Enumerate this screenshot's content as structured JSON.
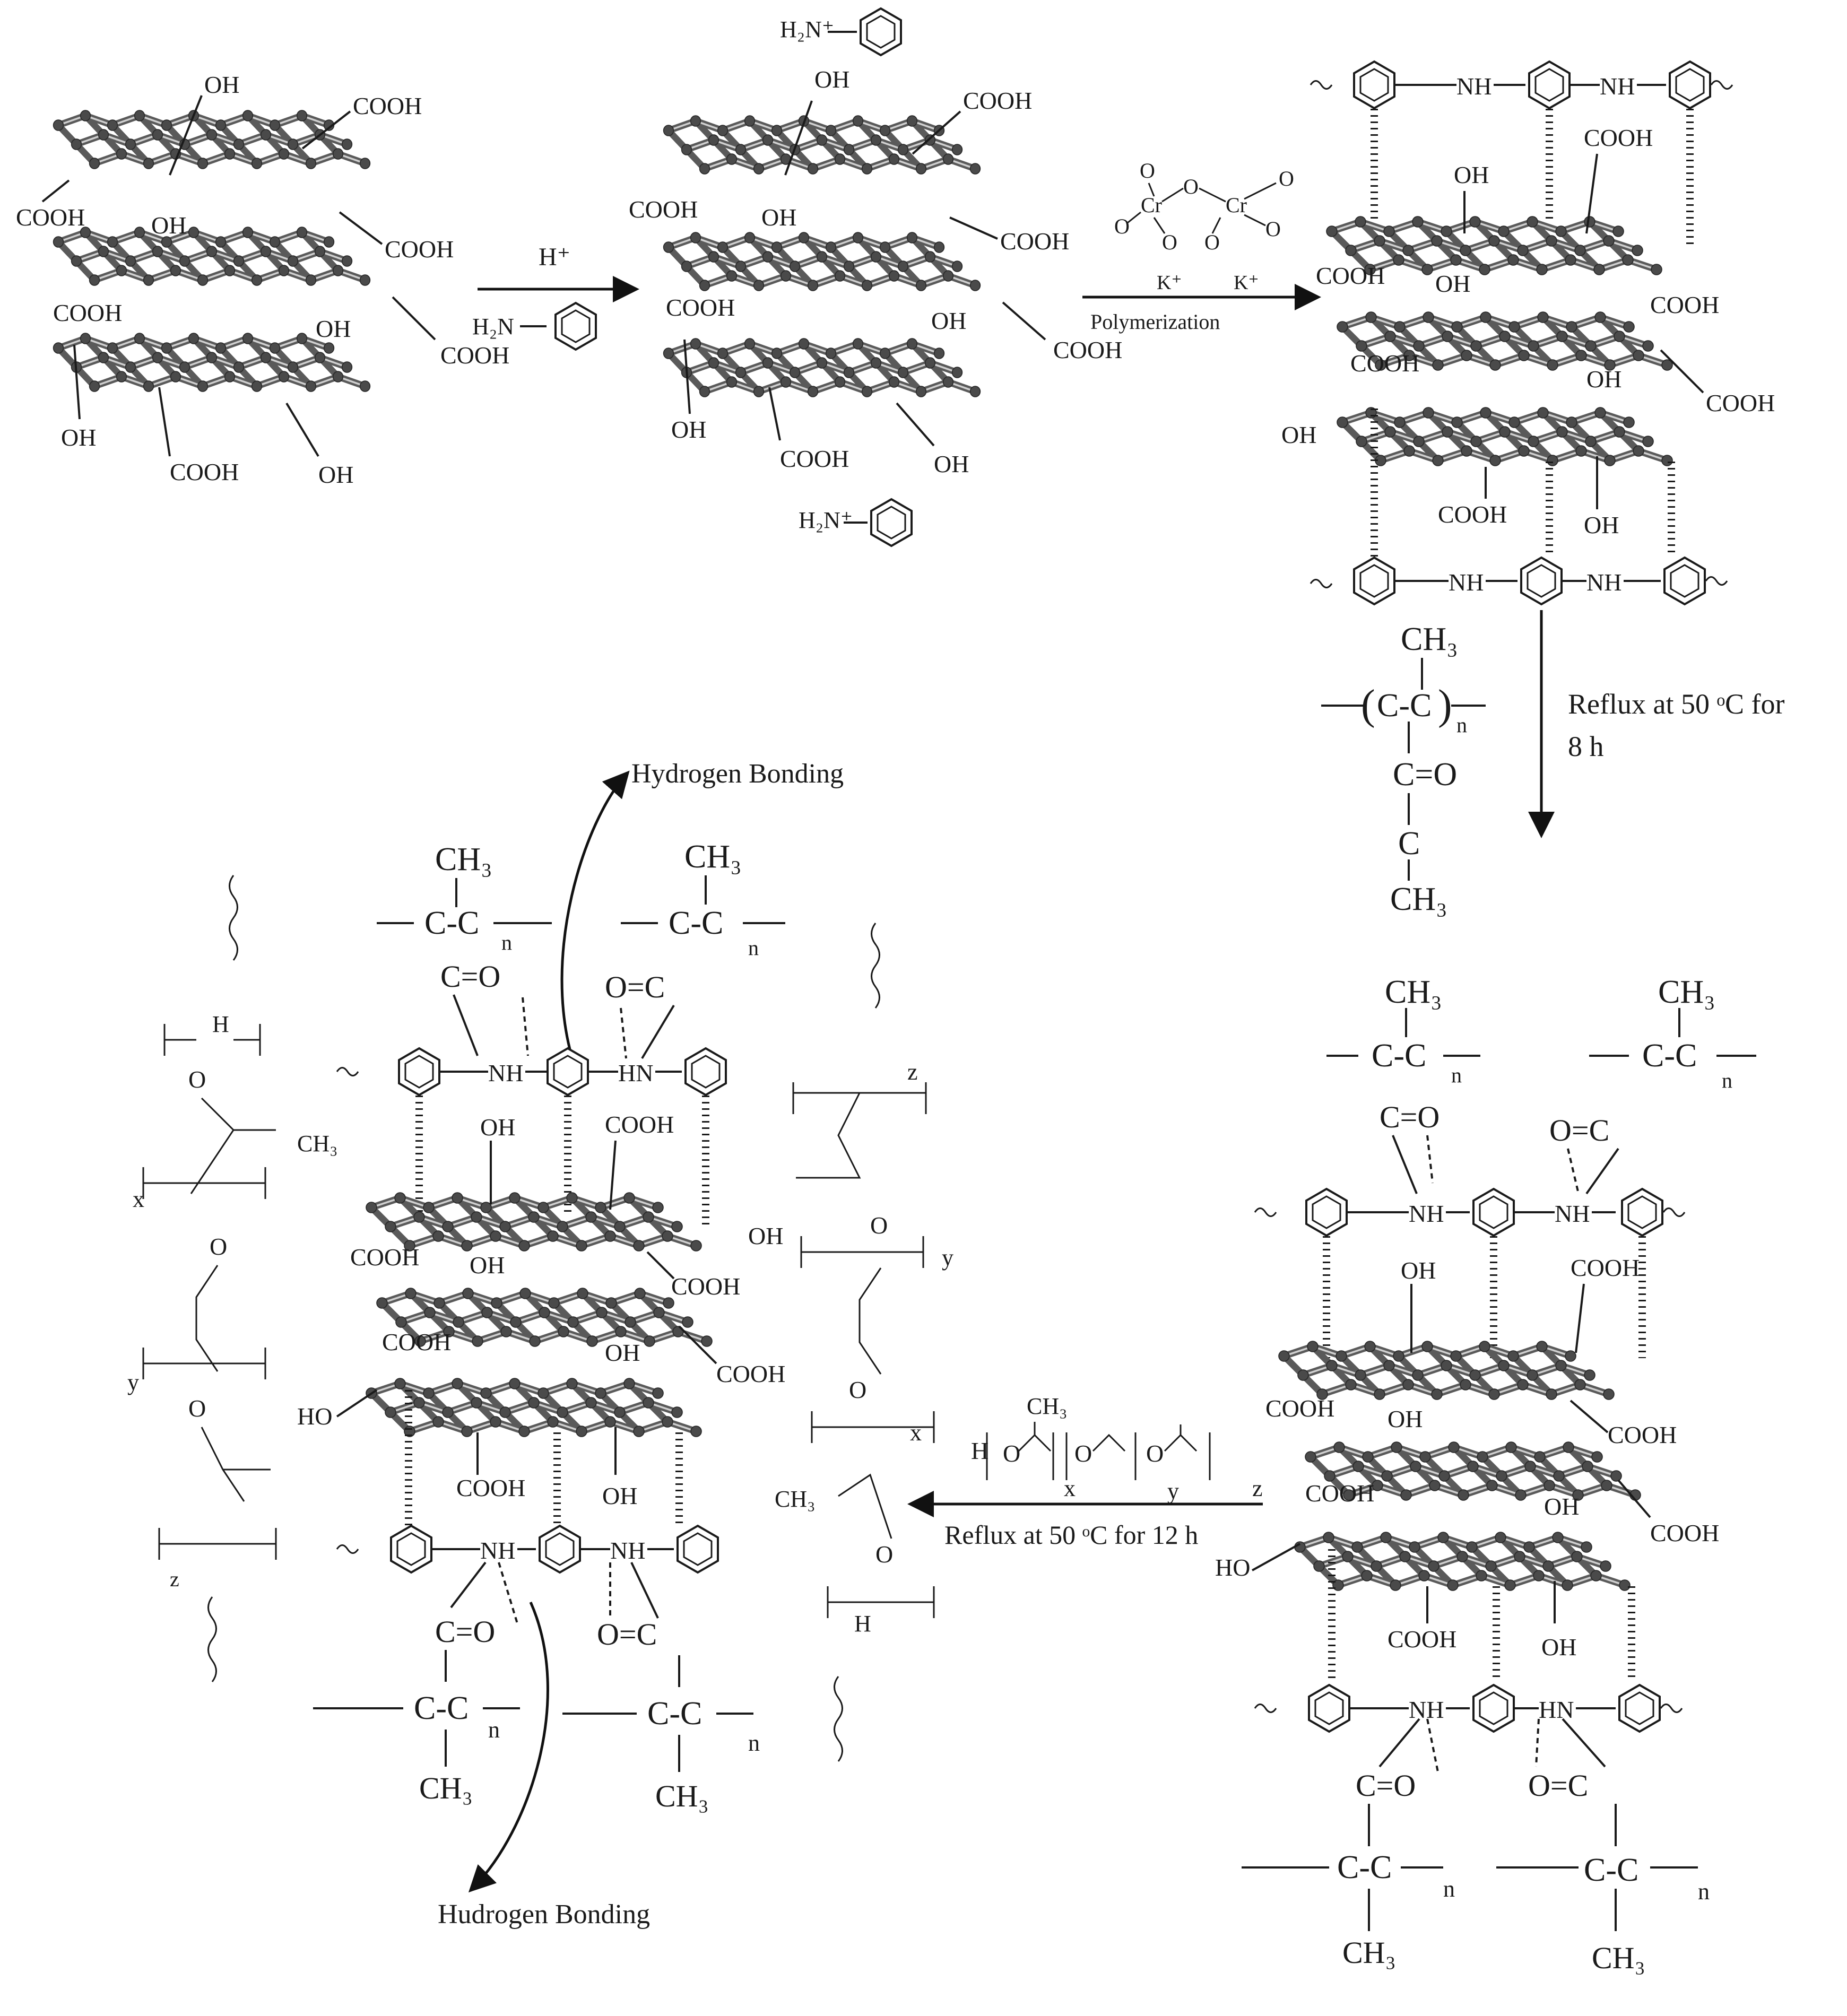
{
  "labels": {
    "oh": "OH",
    "ho": "HO",
    "cooh": "COOH",
    "h_plus": "H⁺",
    "h2n": "H₂N",
    "anilinium": "H₂N⁺",
    "nh": "NH",
    "hn": "HN",
    "k_plus": "K⁺",
    "polymerization": "Polymerization",
    "reflux_8h_line1": "Reflux at 50 ᵒC for",
    "reflux_8h_line2": "8 h",
    "reflux_12h": "Reflux at 50 ᵒC for 12 h",
    "hydrogen_bonding_top": "Hydrogen Bonding",
    "hydrogen_bonding_bottom": "Hudrogen Bonding",
    "ch3": "CH₃",
    "c_c": "C-C",
    "c_eq_o": "C=O",
    "o_eq_c": "O=C",
    "c": "C",
    "o": "O",
    "h": "H",
    "n": "n",
    "x": "x",
    "y": "y",
    "z": "z",
    "cr": "Cr"
  },
  "stages": [
    {
      "name": "graphene-oxide"
    },
    {
      "name": "anilinium-adsorbed-go"
    },
    {
      "name": "pani-go-composite"
    },
    {
      "name": "pmma-pani-go"
    },
    {
      "name": "ppg-peg-pmma-pani-go"
    }
  ],
  "reagents": {
    "step1": [
      "H⁺",
      "aniline"
    ],
    "step2": [
      "potassium dichromate",
      "Polymerization"
    ],
    "step3": [
      "poly(methyl methacrylate) chain",
      "Reflux at 50 ᵒC for 8 h"
    ],
    "step4": [
      "PPG-PEG-PPG copolymer",
      "Reflux at 50 ᵒC for 12 h"
    ]
  }
}
